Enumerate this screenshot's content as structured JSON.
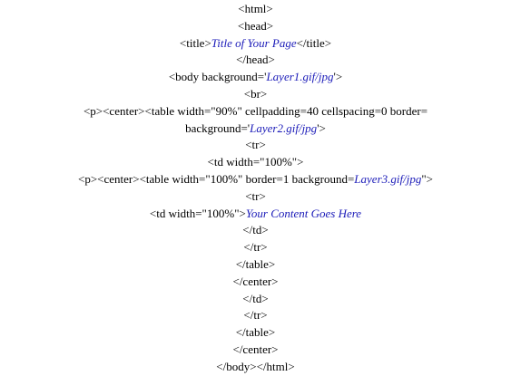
{
  "lines": [
    [
      {
        "t": "<html>"
      }
    ],
    [
      {
        "t": "<head>"
      }
    ],
    [
      {
        "t": "<title>"
      },
      {
        "t": "Title of Your Page",
        "em": true
      },
      {
        "t": "</title>"
      }
    ],
    [
      {
        "t": "</head>"
      }
    ],
    [
      {
        "t": "<body background='"
      },
      {
        "t": "Layer1.gif/jpg",
        "em": true
      },
      {
        "t": "'>"
      }
    ],
    [
      {
        "t": "<br>"
      }
    ],
    [
      {
        "t": "<p><center><table width=\"90%\" cellpadding=40 cellspacing=0 border="
      }
    ],
    [
      {
        "t": "background='"
      },
      {
        "t": "Layer2.gif/jpg",
        "em": true
      },
      {
        "t": "'>"
      }
    ],
    [
      {
        "t": "<tr>"
      }
    ],
    [
      {
        "t": "<td width=\"100%\">"
      }
    ],
    [
      {
        "t": "<p><center><table width=\"100%\" border=1 background="
      },
      {
        "t": "Layer3.gif/jpg",
        "em": true
      },
      {
        "t": "\">"
      }
    ],
    [
      {
        "t": "<tr>"
      }
    ],
    [
      {
        "t": "<td width=\"100%\">"
      },
      {
        "t": "Your Content Goes Here",
        "em": true
      }
    ],
    [
      {
        "t": "</td>"
      }
    ],
    [
      {
        "t": "</tr>"
      }
    ],
    [
      {
        "t": "</table>"
      }
    ],
    [
      {
        "t": "</center>"
      }
    ],
    [
      {
        "t": "</td>"
      }
    ],
    [
      {
        "t": "</tr>"
      }
    ],
    [
      {
        "t": "</table>"
      }
    ],
    [
      {
        "t": "</center>"
      }
    ],
    [
      {
        "t": "</body></html>"
      }
    ]
  ],
  "colors": {
    "text": "#000000",
    "emphasis": "#1a1ab8",
    "background": "#ffffff"
  }
}
